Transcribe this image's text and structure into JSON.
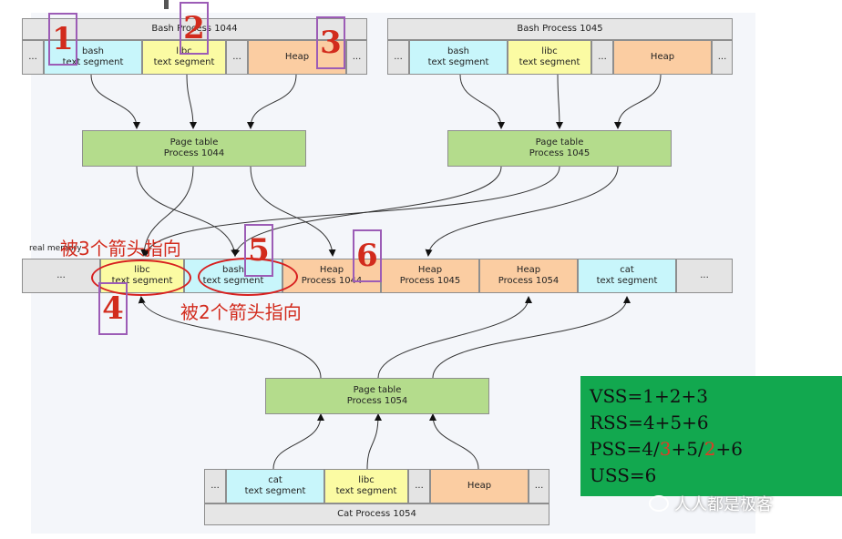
{
  "process_1044": {
    "title": "Bash Process 1044",
    "dots_left": "...",
    "dots_mid": "...",
    "dots_right": "...",
    "bash": "bash\ntext segment",
    "libc": "libc\ntext segment",
    "heap": "Heap"
  },
  "process_1045": {
    "title": "Bash Process 1045",
    "dots_left": "...",
    "dots_mid": "...",
    "dots_right": "...",
    "bash": "bash\ntext segment",
    "libc": "libc\ntext segment",
    "heap": "Heap"
  },
  "page_table_1044": "Page table\nProcess 1044",
  "page_table_1045": "Page table\nProcess 1045",
  "page_table_1054": "Page table\nProcess 1054",
  "real_memory": {
    "label": "real memory",
    "dots_left": "...",
    "libc": "libc\ntext segment",
    "bash": "bash\ntext segment",
    "heap_1044": "Heap\nProcess 1044",
    "heap_1045": "Heap\nProcess 1045",
    "heap_1054": "Heap\nProcess 1054",
    "cat": "cat\ntext segment",
    "dots_right": "..."
  },
  "process_1054": {
    "title": "Cat Process 1054",
    "dots_left": "...",
    "dots_mid": "...",
    "dots_right": "...",
    "cat": "cat\ntext segment",
    "libc": "libc\ntext segment",
    "heap": "Heap"
  },
  "markers": [
    "1",
    "2",
    "3",
    "4",
    "5",
    "6"
  ],
  "annotations": {
    "three_arrows": "被3个箭头指向",
    "two_arrows": "被2个箭头指向"
  },
  "formulas": {
    "vss": "VSS=1+2+3",
    "rss": "RSS=4+5+6",
    "pss_a": "PSS=4/",
    "pss_b": "3",
    "pss_c": "+5/",
    "pss_d": "2",
    "pss_e": "+6",
    "uss": "USS=6"
  },
  "watermark": "人人都是极客",
  "colors": {
    "cyan": "#c8f6fb",
    "yellow": "#fbfba3",
    "orange": "#fbcda2",
    "green": "#b4dc8c",
    "annotation_red": "#d22b1d",
    "formula_bg": "#12a84f"
  }
}
